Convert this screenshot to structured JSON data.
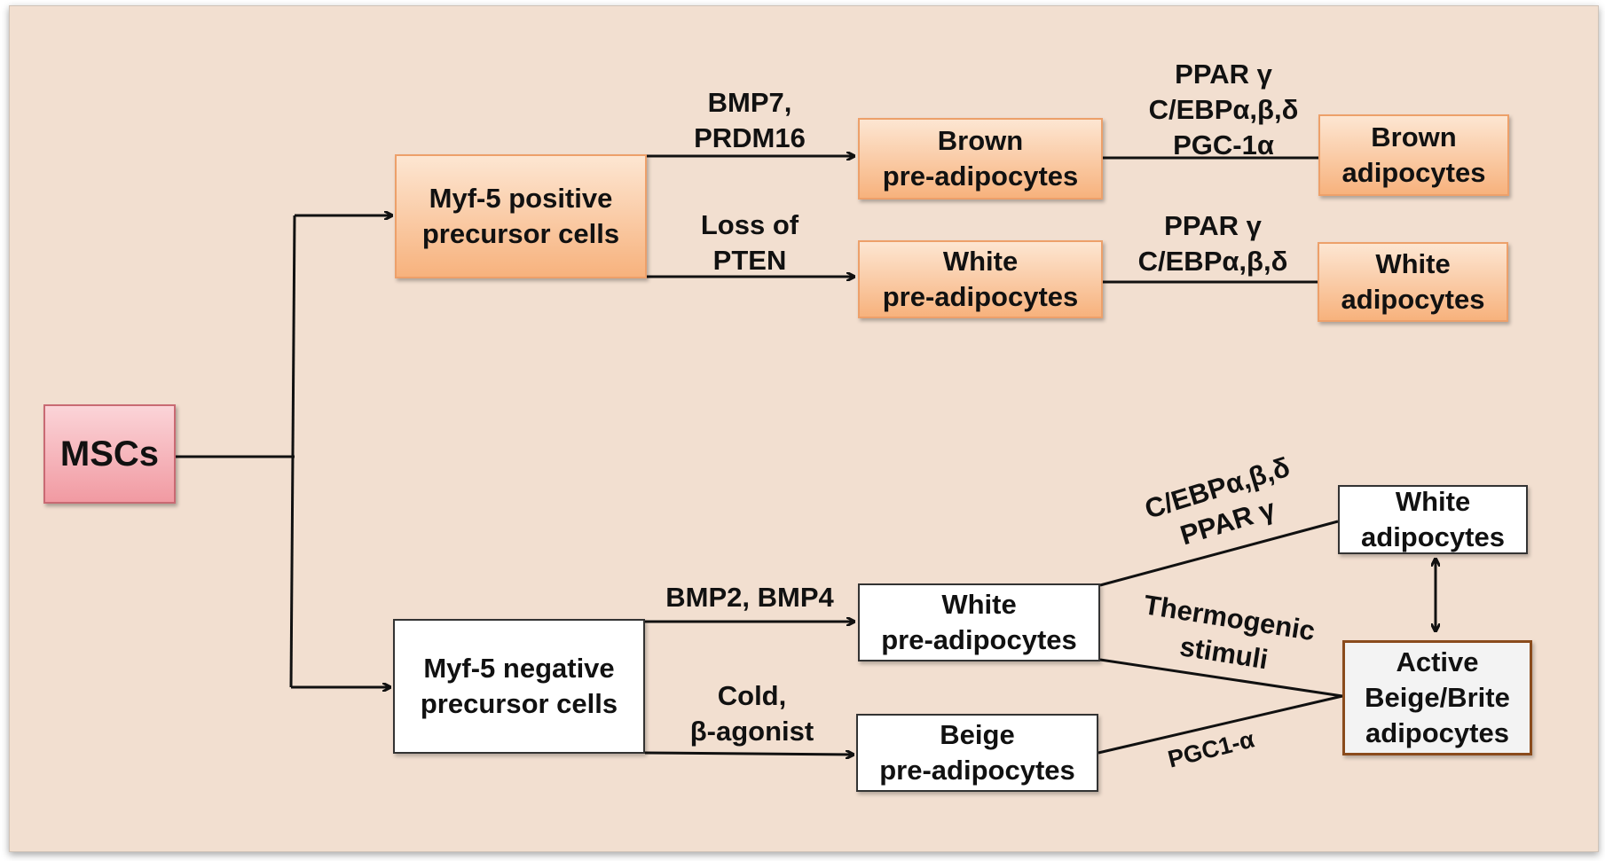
{
  "nodes": {
    "mscs": "MSCs",
    "myf5_pos": [
      "Myf-5 positive",
      "precursor cells"
    ],
    "brown_pre": [
      "Brown",
      "pre-adipocytes"
    ],
    "brown_adipo": [
      "Brown",
      "adipocytes"
    ],
    "white_pre_top": [
      "White",
      "pre-adipocytes"
    ],
    "white_adipo_top": [
      "White",
      "adipocytes"
    ],
    "myf5_neg": [
      "Myf-5 negative",
      "precursor cells"
    ],
    "white_pre_bottom": [
      "White",
      "pre-adipocytes"
    ],
    "white_adipo_bottom": [
      "White",
      "adipocytes"
    ],
    "beige_pre": [
      "Beige",
      "pre-adipocytes"
    ],
    "active_beige": [
      "Active",
      "Beige/Brite",
      "adipocytes"
    ]
  },
  "edge_labels": {
    "bmp7": [
      "BMP7,",
      "PRDM16"
    ],
    "loss_pten": [
      "Loss of",
      "PTEN"
    ],
    "brown_factors": [
      "PPAR γ",
      "C/EBPα,β,δ",
      "PGC-1α"
    ],
    "white_factors": [
      "PPAR γ",
      "C/EBPα,β,δ"
    ],
    "bmp2_bmp4": "BMP2, BMP4",
    "cold": [
      "Cold,",
      "β-agonist"
    ],
    "cebp_ppar": [
      "C/EBPα,β,δ",
      "PPAR γ"
    ],
    "thermogenic": [
      "Thermogenic",
      "stimuli"
    ],
    "pgc1": "PGC1-α"
  },
  "colors": {
    "background": "#f2dfd0",
    "orange_box": "#f7b27d",
    "pink_box": "#f19aa2",
    "active_border": "#8a4b1c"
  }
}
